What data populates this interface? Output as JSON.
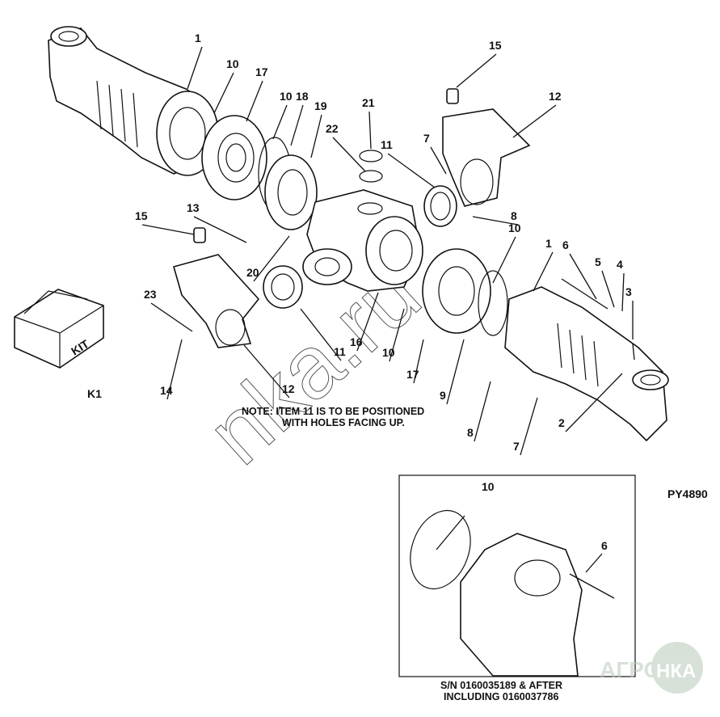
{
  "diagram": {
    "callouts": [
      "1",
      "10",
      "17",
      "10",
      "18",
      "19",
      "21",
      "22",
      "11",
      "7",
      "15",
      "12",
      "8",
      "10",
      "15",
      "13",
      "20",
      "1",
      "6",
      "5",
      "4",
      "3",
      "23",
      "16",
      "10",
      "11",
      "17",
      "9",
      "12",
      "14",
      "8",
      "7",
      "2"
    ],
    "kit_label": "K1",
    "kit_box_text": "KIT",
    "figure_code": "PY4890",
    "note_line1": "NOTE: ITEM 11 IS TO BE POSITIONED",
    "note_line2": "WITH HOLES FACING UP.",
    "inset": {
      "callouts": [
        "10",
        "6"
      ],
      "caption_line1": "S/N 0160035189 & AFTER",
      "caption_line2": "INCLUDING 0160037786"
    },
    "watermark_text": "nka.ru",
    "logo_text": "АГРОНКА"
  }
}
